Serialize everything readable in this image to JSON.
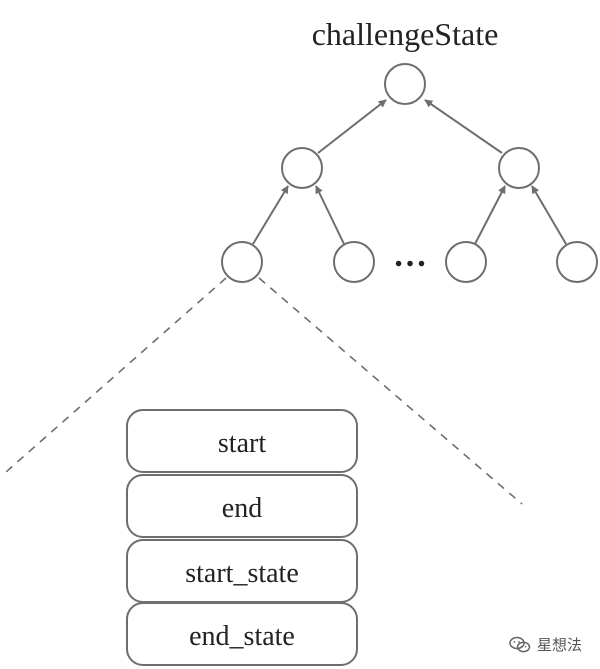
{
  "tree": {
    "root_label": "challengeState",
    "ellipsis": "…"
  },
  "record": {
    "fields": [
      "start",
      "end",
      "start_state",
      "end_state"
    ]
  },
  "watermark": {
    "icon": "wechat-icon",
    "text": "星想法"
  }
}
